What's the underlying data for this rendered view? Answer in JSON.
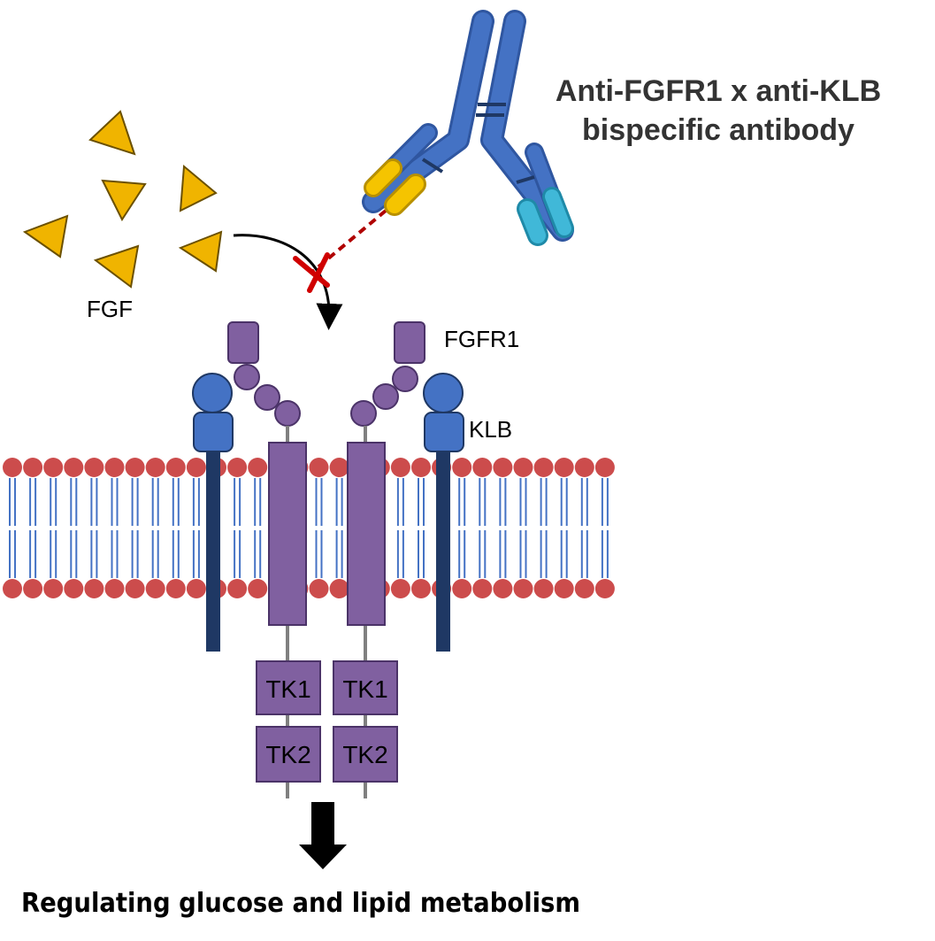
{
  "antibody": {
    "title_line1": "Anti-FGFR1 x anti-KLB",
    "title_line2": "bispecific antibody"
  },
  "labels": {
    "fgf": "FGF",
    "fgfr1": "FGFR1",
    "klb": "KLB",
    "tk1": "TK1",
    "tk2": "TK2"
  },
  "outcome": {
    "text": "Regulating glucose  and lipid metabolism"
  },
  "colors": {
    "fgf_ligand": "#f0b400",
    "fgfr1": "#8060a0",
    "klb_head": "#4070c8",
    "klb_stalk": "#1f3864",
    "antibody_heavy": "#4472c4",
    "antibody_fgfr1_arm": "#f5c400",
    "antibody_klb_arm": "#40b8d8",
    "membrane_head": "#cc4c4c",
    "membrane_tail": "#4472c4",
    "block": "#c00000",
    "arrow": "#000000"
  }
}
